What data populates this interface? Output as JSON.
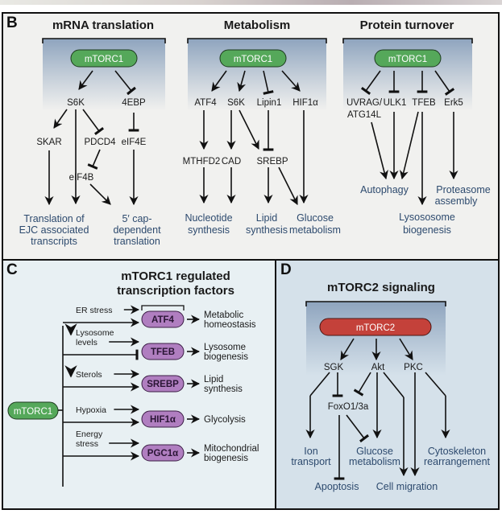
{
  "colors": {
    "mtorc1_fill": "#55a85a",
    "mtorc2_fill": "#c4413a",
    "tf_fill": "#b07ec0",
    "outcome_text": "#2d4a6e",
    "panel_b_bg": "#f1f1ef",
    "panel_c_bg": "#e8f0f3",
    "panel_d_bg": "#d5e1ea"
  },
  "panel_b": {
    "letter": "B",
    "sections": [
      {
        "title": "mRNA translation",
        "hub": "mTORC1",
        "nodes": [
          "S6K",
          "4EBP",
          "SKAR",
          "PDCD4",
          "eIF4E",
          "eIF4B"
        ],
        "outcomes": [
          [
            "Translation of",
            "EJC associated",
            "transcripts"
          ],
          [
            "5′ cap-",
            "dependent",
            "translation"
          ]
        ]
      },
      {
        "title": "Metabolism",
        "hub": "mTORC1",
        "nodes": [
          "ATF4",
          "S6K",
          "Lipin1",
          "HIF1α",
          "MTHFD2",
          "CAD",
          "SREBP"
        ],
        "outcomes": [
          [
            "Nucleotide",
            "synthesis"
          ],
          [
            "Lipid",
            "synthesis"
          ],
          [
            "Glucose",
            "metabolism"
          ]
        ]
      },
      {
        "title": "Protein turnover",
        "hub": "mTORC1",
        "nodes": [
          "UVRAG/",
          "ATG14L",
          "ULK1",
          "TFEB",
          "Erk5"
        ],
        "outcomes": [
          [
            "Autophagy"
          ],
          [
            "Proteasome",
            "assembly"
          ],
          [
            "Lysososome",
            "biogenesis"
          ]
        ]
      }
    ]
  },
  "panel_c": {
    "letter": "C",
    "title": [
      "mTORC1 regulated",
      "transcription factors"
    ],
    "hub": "mTORC1",
    "rows": [
      {
        "input": [
          "ER stress"
        ],
        "input_arrow": false,
        "tf": "ATF4",
        "effect": "activate",
        "output": [
          "Metabolic",
          "homeostasis"
        ]
      },
      {
        "input": [
          "Lysosome",
          "levels"
        ],
        "input_arrow": true,
        "tf": "TFEB",
        "effect": "inhibit",
        "output": [
          "Lysosome",
          "biogenesis"
        ]
      },
      {
        "input": [
          "Sterols"
        ],
        "input_arrow": true,
        "tf": "SREBP",
        "effect": "activate",
        "output": [
          "Lipid",
          "synthesis"
        ]
      },
      {
        "input": [
          "Hypoxia"
        ],
        "input_arrow": false,
        "tf": "HIF1α",
        "effect": "activate",
        "output": [
          "Glycolysis"
        ]
      },
      {
        "input": [
          "Energy",
          "stress"
        ],
        "input_arrow": false,
        "tf": "PGC1α",
        "effect": "activate",
        "output": [
          "Mitochondrial",
          "biogenesis"
        ]
      }
    ]
  },
  "panel_d": {
    "letter": "D",
    "title": "mTORC2 signaling",
    "hub": "mTORC2",
    "nodes": [
      "SGK",
      "Akt",
      "PKC",
      "FoxO1/3a"
    ],
    "outcomes": [
      [
        "Ion",
        "transport"
      ],
      [
        "Glucose",
        "metabolism"
      ],
      [
        "Cytoskeleton",
        "rearrangement"
      ],
      [
        "Apoptosis"
      ],
      [
        "Cell migration"
      ]
    ]
  }
}
